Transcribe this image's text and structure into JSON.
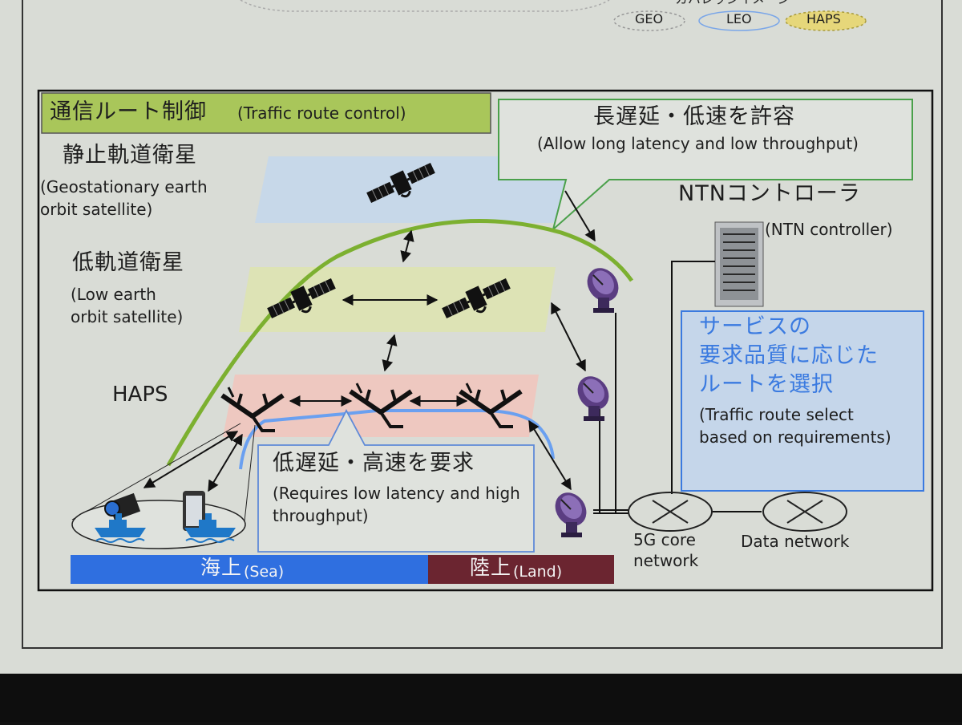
{
  "legend": {
    "title_partial": "カバレッジイメージ",
    "items": [
      "GEO",
      "LEO",
      "HAPS"
    ],
    "colors": {
      "GEO": "#c9c9c9",
      "LEO": "#7aa6e8",
      "HAPS": "#e6d77a"
    }
  },
  "panel_title": {
    "jp": "通信ルート制御",
    "en": "(Traffic route control)"
  },
  "layers": {
    "geo": {
      "jp": "静止軌道衛星",
      "en_line1": "(Geostationary earth",
      "en_line2": "orbit satellite)",
      "color": "#c6d7ea"
    },
    "leo": {
      "jp": "低軌道衛星",
      "en_line1": "(Low earth",
      "en_line2": "orbit satellite)",
      "color": "#dde3b3"
    },
    "haps": {
      "label": "HAPS",
      "color": "#efc6bf"
    }
  },
  "callouts": {
    "long_latency": {
      "jp": "長遅延・低速を許容",
      "en": "(Allow long latency and low throughput)"
    },
    "low_latency": {
      "jp": "低遅延・高速を要求",
      "en_line1": "(Requires low latency and high",
      "en_line2": "throughput)"
    },
    "route_select": {
      "jp_line1": "サービスの",
      "jp_line2": "要求品質に応じた",
      "jp_line3": "ルートを選択",
      "en_line1": "(Traffic route select",
      "en_line2": "based on requirements)"
    }
  },
  "ntn_controller": {
    "jp": "NTNコントローラ",
    "en": "(NTN controller)"
  },
  "networks": {
    "core_line1": "5G core",
    "core_line2": "network",
    "data": "Data network"
  },
  "regions": {
    "sea": {
      "jp": "海上",
      "en": "(Sea)",
      "color": "#2f6fe0"
    },
    "land": {
      "jp": "陸上",
      "en": "(Land)",
      "color": "#6b2530"
    }
  },
  "icons": [
    "satellite-icon",
    "haps-aircraft-icon",
    "antenna-dish-icon",
    "server-rack-icon",
    "camera-icon",
    "smartphone-icon",
    "ship-icon",
    "router-icon"
  ],
  "colors": {
    "green_route": "#7cb030",
    "blue_route": "#6aa0f0",
    "panel_bg": "#dcdfd9",
    "title_bg": "#a9c65a"
  }
}
